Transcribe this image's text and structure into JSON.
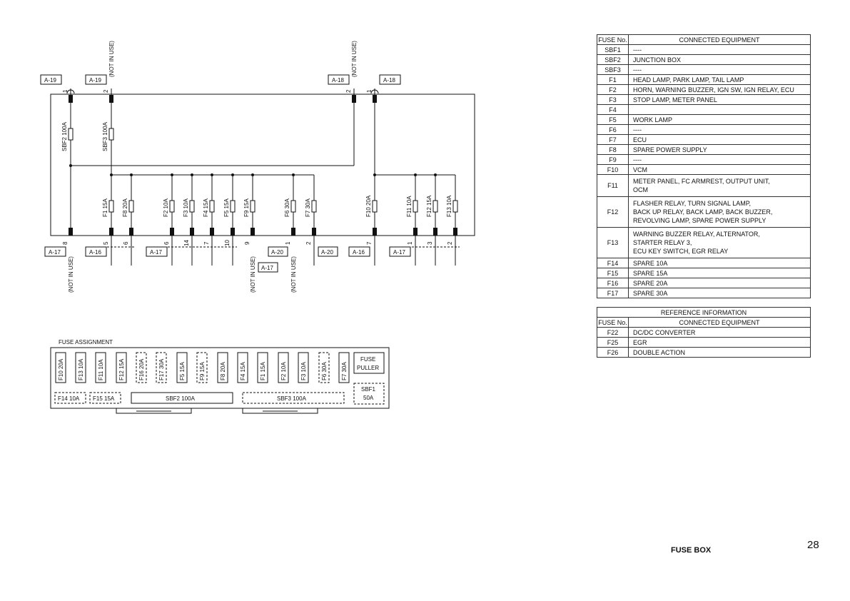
{
  "page_title": "FUSE BOX",
  "page_number": "28",
  "main_table": {
    "header": [
      "FUSE No.",
      "CONNECTED EQUIPMENT"
    ],
    "rows": [
      {
        "no": "SBF1",
        "equip": [
          "----"
        ]
      },
      {
        "no": "SBF2",
        "equip": [
          "JUNCTION BOX"
        ]
      },
      {
        "no": "SBF3",
        "equip": [
          "----"
        ]
      },
      {
        "no": "F1",
        "equip": [
          "HEAD LAMP, PARK LAMP, TAIL LAMP"
        ]
      },
      {
        "no": "F2",
        "equip": [
          "HORN, WARNING BUZZER, IGN SW, IGN RELAY, ECU"
        ]
      },
      {
        "no": "F3",
        "equip": [
          "STOP LAMP, METER PANEL"
        ]
      },
      {
        "no": "F4",
        "equip": [
          ""
        ]
      },
      {
        "no": "F5",
        "equip": [
          "WORK LAMP"
        ]
      },
      {
        "no": "F6",
        "equip": [
          "----"
        ]
      },
      {
        "no": "F7",
        "equip": [
          "ECU"
        ]
      },
      {
        "no": "F8",
        "equip": [
          "SPARE POWER SUPPLY"
        ]
      },
      {
        "no": "F9",
        "equip": [
          "----"
        ]
      },
      {
        "no": "F10",
        "equip": [
          "VCM"
        ]
      },
      {
        "no": "F11",
        "equip": [
          "METER PANEL, FC ARMREST, OUTPUT UNIT,",
          "OCM"
        ]
      },
      {
        "no": "F12",
        "equip": [
          "FLASHER RELAY, TURN SIGNAL LAMP,",
          "BACK UP RELAY, BACK LAMP, BACK BUZZER,",
          "REVOLVING LAMP, SPARE POWER SUPPLY"
        ]
      },
      {
        "no": "F13",
        "equip": [
          "WARNING BUZZER RELAY, ALTERNATOR,",
          "STARTER RELAY 3,",
          "ECU KEY SWITCH, EGR RELAY"
        ]
      },
      {
        "no": "F14",
        "equip": [
          "SPARE 10A"
        ]
      },
      {
        "no": "F15",
        "equip": [
          "SPARE 15A"
        ]
      },
      {
        "no": "F16",
        "equip": [
          "SPARE 20A"
        ]
      },
      {
        "no": "F17",
        "equip": [
          "SPARE 30A"
        ]
      }
    ]
  },
  "reference_table": {
    "title": "REFERENCE INFORMATION",
    "header": [
      "FUSE No.",
      "CONNECTED EQUIPMENT"
    ],
    "rows": [
      {
        "no": "F22",
        "equip": [
          "DC/DC CONVERTER"
        ]
      },
      {
        "no": "F25",
        "equip": [
          "EGR"
        ]
      },
      {
        "no": "F26",
        "equip": [
          "DOUBLE ACTION"
        ]
      }
    ]
  },
  "schematic": {
    "not_in_use": "(NOT IN USE)",
    "top_connectors": [
      {
        "label": "A-19",
        "pin": "1"
      },
      {
        "label": "A-19",
        "pin": "2",
        "note": "(NOT IN USE)"
      },
      {
        "label": "A-18",
        "pin": "2",
        "note": "(NOT IN USE)"
      },
      {
        "label": "A-18",
        "pin": "1"
      }
    ],
    "main_fuses": [
      "SBF2 100A",
      "SBF3 100A"
    ],
    "branch_fuses": [
      "F1 15A",
      "F8 20A",
      "F2 10A",
      "F3 10A",
      "F4 15A",
      "F5 15A",
      "F9 15A",
      "F6 30A",
      "F7 30A",
      "F10 20A",
      "F11 10A",
      "F12 15A",
      "F13 10A"
    ],
    "bottom_pins": [
      "8",
      "5",
      "6",
      "6",
      "14",
      "7",
      "10",
      "9",
      "1",
      "2",
      "7",
      "1",
      "3",
      "2"
    ],
    "bottom_connectors": [
      "A-17",
      "A-16",
      "A-17",
      "A-17",
      "A-20",
      "A-20",
      "A-16",
      "A-17"
    ]
  },
  "fuse_assignment": {
    "title": "FUSE ASSIGNMENT",
    "slots": [
      "F10 20A",
      "F13 10A",
      "F11 10A",
      "F12 15A",
      "F16 20A",
      "F17 30A",
      "F5 15A",
      "F9 15A",
      "F8 20A",
      "F4 15A",
      "F1 15A",
      "F2 10A",
      "F3 10A",
      "F6 30A",
      "F7 30A"
    ],
    "puller": [
      "FUSE",
      "PULLER"
    ],
    "spares": [
      "F14 10A",
      "F15 15A"
    ],
    "sbf2": "SBF2 100A",
    "sbf3": "SBF3 100A",
    "sbf1": [
      "SBF1",
      "50A"
    ]
  }
}
